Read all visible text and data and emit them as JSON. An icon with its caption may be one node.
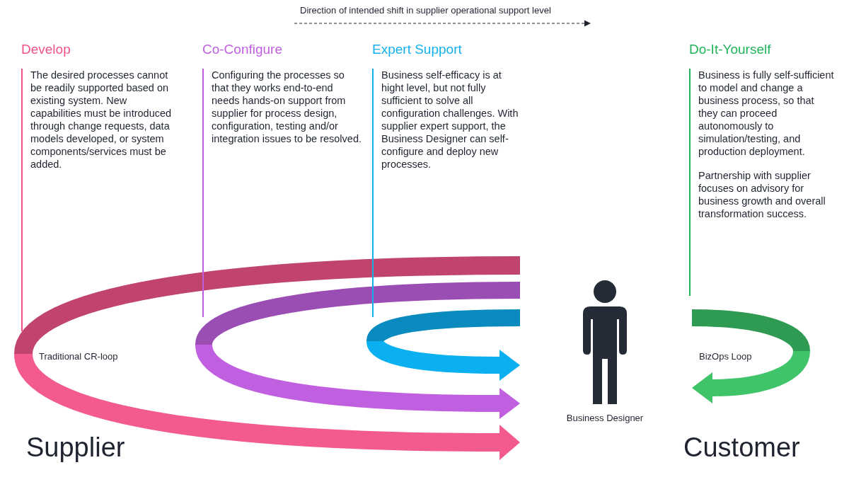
{
  "diagram": {
    "nodes": [
      {
        "text": [
          "Develop",
          "The desired processes cannot be readily supported based on existing system. New capabilities must be introduced through change requests, data models developed, or system components/services must be added."
        ]
      },
      {
        "text": [
          "Co-Configure",
          "Configuring the processes so that they works end-to-end needs hands-on support from supplier for process design, configuration, testing and/or integration issues to be resolved."
        ]
      },
      {
        "text": [
          "Expert Support",
          "Business self-efficacy is at hight level, but not fully sufficient to solve all configuration challenges. With supplier expert support, the Business Designer can self-configure and deploy new processes."
        ]
      },
      {
        "text": [
          "Do-It-Yourself",
          "Business is fully self-sufficient to model and change a business process, so that they can proceed autonomously to simulation/testing, and production deployment.",
          "Partnership with supplier focuses on advisory for business growth and overall transformation success."
        ]
      },
      {
        "text": [],
        "shape": "person",
        "beside": [
          "Business Designer"
        ]
      }
    ],
    "labels": [
      "Direction of intended shift in supplier operational support level",
      "Traditional CR-loop",
      "BizOps Loop",
      "Supplier",
      "Customer"
    ]
  }
}
